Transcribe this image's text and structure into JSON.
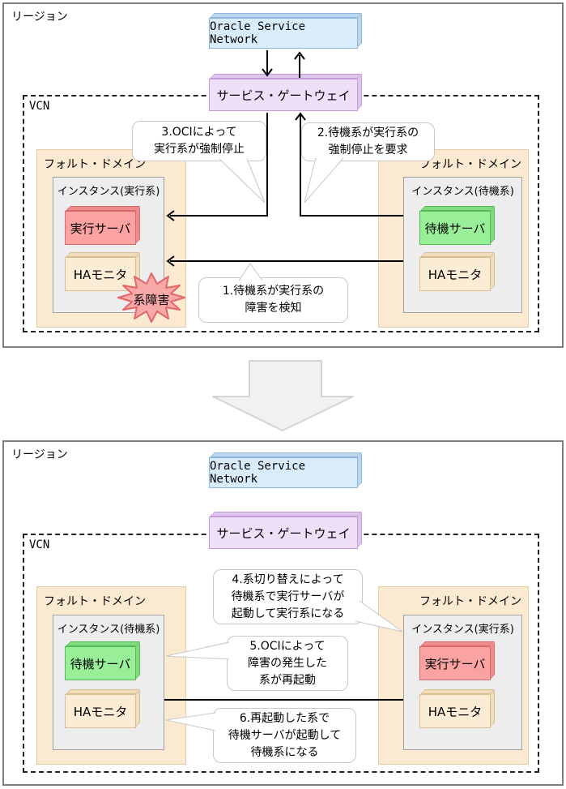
{
  "colors": {
    "active_server": "#FBA3A3",
    "standby_server": "#98EF98",
    "ha_monitor": "#FBEDD5",
    "osn_box": "#D9ECFB",
    "gateway_box": "#F0DFF9",
    "fault_domain": "#FBE9D2",
    "failure_burst": "#F7A8A8",
    "arrow": "#000000"
  },
  "panel_top": {
    "region_label": "リージョン",
    "osn_label": "Oracle Service Network",
    "gateway_label": "サービス・ゲートウェイ",
    "vcn_label": "VCN",
    "left_domain": {
      "label": "フォルト・ドメイン",
      "instance_label": "インスタンス(実行系)",
      "server_label": "実行サーバ",
      "monitor_label": "HAモニタ"
    },
    "right_domain": {
      "label": "フォルト・ドメイン",
      "instance_label": "インスタンス(待機系)",
      "server_label": "待機サーバ",
      "monitor_label": "HAモニタ"
    },
    "failure_label": "系障害",
    "callout1": {
      "lines": [
        "1.待機系が実行系の",
        "障害を検知"
      ]
    },
    "callout2": {
      "lines": [
        "2.待機系が実行系の",
        "強制停止を要求"
      ]
    },
    "callout3": {
      "lines": [
        "3.OCIによって",
        "実行系が強制停止"
      ]
    }
  },
  "panel_bottom": {
    "region_label": "リージョン",
    "osn_label": "Oracle Service Network",
    "gateway_label": "サービス・ゲートウェイ",
    "vcn_label": "VCN",
    "left_domain": {
      "label": "フォルト・ドメイン",
      "instance_label": "インスタンス(待機系)",
      "server_label": "待機サーバ",
      "monitor_label": "HAモニタ"
    },
    "right_domain": {
      "label": "フォルト・ドメイン",
      "instance_label": "インスタンス(実行系)",
      "server_label": "実行サーバ",
      "monitor_label": "HAモニタ"
    },
    "callout4": {
      "lines": [
        "4.系切り替えによって",
        "待機系で実行サーバが",
        "起動して実行系になる"
      ]
    },
    "callout5": {
      "lines": [
        "5.OCIによって",
        "障害の発生した",
        "系が再起動"
      ]
    },
    "callout6": {
      "lines": [
        "6.再起動した系で",
        "待機サーバが起動して",
        "待機系になる"
      ]
    }
  }
}
